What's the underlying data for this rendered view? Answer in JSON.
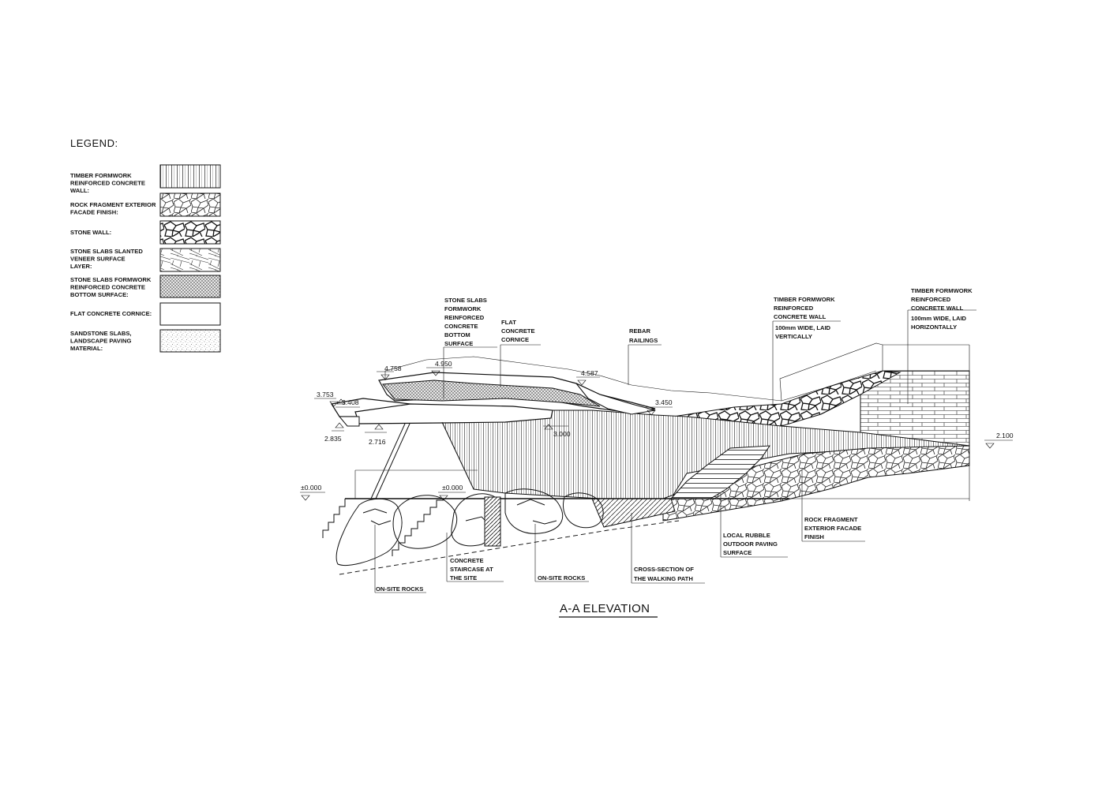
{
  "legend": {
    "title": "LEGEND:",
    "items": [
      {
        "lines": [
          "TIMBER FORMWORK",
          "REINFORCED CONCRETE",
          "WALL:"
        ],
        "pattern": "vertical-boards"
      },
      {
        "lines": [
          "ROCK FRAGMENT EXTERIOR",
          "FACADE FINISH:"
        ],
        "pattern": "rock-fragment"
      },
      {
        "lines": [
          "STONE WALL:"
        ],
        "pattern": "stone-wall"
      },
      {
        "lines": [
          "STONE SLABS SLANTED",
          "VENEER SURFACE",
          "LAYER:"
        ],
        "pattern": "slanted-veneer"
      },
      {
        "lines": [
          "STONE SLABS FORMWORK",
          "REINFORCED CONCRETE",
          "BOTTOM SURFACE:"
        ],
        "pattern": "dense-crosshatch"
      },
      {
        "lines": [
          "FLAT CONCRETE CORNICE:"
        ],
        "pattern": "blank"
      },
      {
        "lines": [
          "SANDSTONE SLABS,",
          "LANDSCAPE PAVING",
          "MATERIAL:"
        ],
        "pattern": "stipple"
      }
    ]
  },
  "callouts": {
    "stone_slabs_bottom": [
      "STONE SLABS",
      "FORMWORK",
      "REINFORCED",
      "CONCRETE",
      "BOTTOM",
      "SURFACE"
    ],
    "flat_cornice": [
      "FLAT",
      "CONCRETE",
      "CORNICE"
    ],
    "rebar_railings": [
      "REBAR",
      "RAILINGS"
    ],
    "timber_wall_vertical": [
      "TIMBER FORMWORK",
      "REINFORCED",
      "CONCRETE WALL",
      "100mm WIDE, LAID",
      "VERTICALLY"
    ],
    "timber_wall_horizontal": [
      "TIMBER FORMWORK",
      "REINFORCED",
      "CONCRETE WALL",
      "100mm WIDE, LAID",
      "HORIZONTALLY"
    ],
    "rock_fragment_finish": [
      "ROCK FRAGMENT",
      "EXTERIOR FACADE",
      "FINISH"
    ],
    "local_rubble": [
      "LOCAL RUBBLE",
      "OUTDOOR PAVING",
      "SURFACE"
    ],
    "walking_path": [
      "CROSS-SECTION OF",
      "THE WALKING PATH"
    ],
    "onsite_rocks_mid": [
      "ON-SITE ROCKS"
    ],
    "concrete_staircase": [
      "CONCRETE",
      "STAIRCASE AT",
      "THE SITE"
    ],
    "onsite_rocks_left": [
      "ON-SITE ROCKS"
    ]
  },
  "levels": {
    "l4758": "4.758",
    "l4950": "4.950",
    "l4587": "4.587",
    "l3753": "3.753",
    "l3408": "3.408",
    "l3450": "3.450",
    "l2835": "2.835",
    "l2716": "2.716",
    "l3000": "3.000",
    "l2100": "2.100",
    "l0000a": "±0.000",
    "l0000b": "±0.000"
  },
  "drawing_title": "A-A ELEVATION"
}
